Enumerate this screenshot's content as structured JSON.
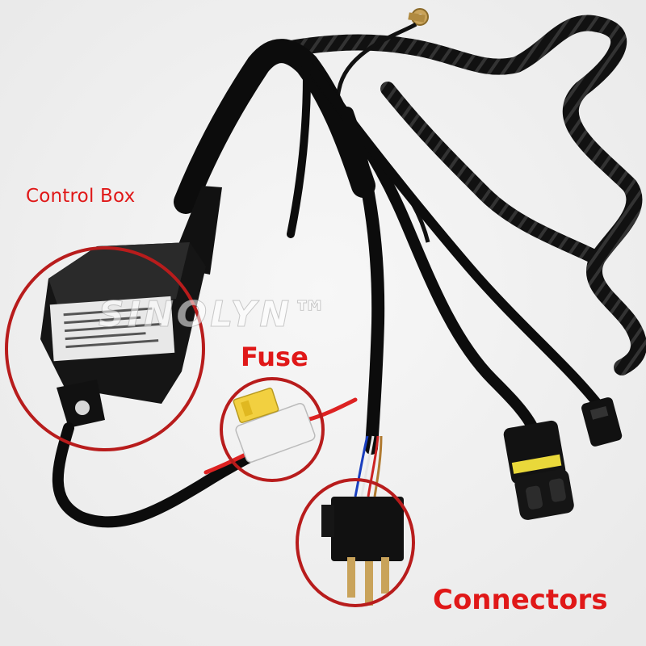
{
  "labels": {
    "control_box": "Control Box",
    "fuse": "Fuse",
    "connectors": "Connectors"
  },
  "watermark": "SINOLYN™",
  "colors": {
    "background": "#ffffff",
    "label_red": "#e01818",
    "cable_black": "#0c0c0c",
    "fuse_yellow": "#f2d040"
  }
}
